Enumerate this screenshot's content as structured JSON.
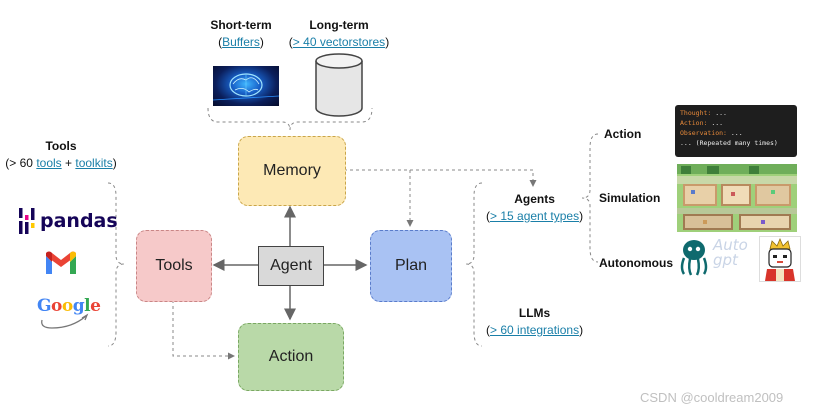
{
  "memory_section": {
    "short_term_title": "Short-term",
    "short_term_paren_open": "(",
    "short_term_link": "Buffers",
    "short_term_paren_close": ")",
    "long_term_title": "Long-term",
    "long_term_paren_open": "(",
    "long_term_link": "> 40 vectorstores",
    "long_term_paren_close": ")"
  },
  "tools_section": {
    "title": "Tools",
    "prefix": "(> 60 ",
    "tools_link": "tools",
    "plus": " + ",
    "toolkits_link": "toolkits",
    "suffix": ")",
    "logo_pandas": "pandas",
    "logo_google": "Google"
  },
  "boxes": {
    "memory": "Memory",
    "tools": "Tools",
    "agent": "Agent",
    "plan": "Plan",
    "action": "Action"
  },
  "agents_section": {
    "title": "Agents",
    "paren_open": "(",
    "link": "> 15 agent types",
    "paren_close": ")"
  },
  "llms_section": {
    "title": "LLMs",
    "paren_open": "(",
    "link": "> 60 integrations",
    "paren_close": ")"
  },
  "right_labels": {
    "action": "Action",
    "simulation": "Simulation",
    "autonomous": "Autonomous"
  },
  "code_panel": {
    "line1_key": "Thought:",
    "line1_val": " ...",
    "line2_key": "Action:",
    "line2_val": " ...",
    "line3_key": "Observation:",
    "line3_val": " ...",
    "line4": "... (Repeated many times)"
  },
  "autogpt_logo": "Auto\ngpt",
  "watermark": "CSDN @cooldream2009",
  "colors": {
    "memory": "#fde9b5",
    "tools": "#f6c9c9",
    "plan": "#a9c2f3",
    "action": "#b9d9a8",
    "agent": "#d9d9d9",
    "link": "#1a7fa8"
  }
}
